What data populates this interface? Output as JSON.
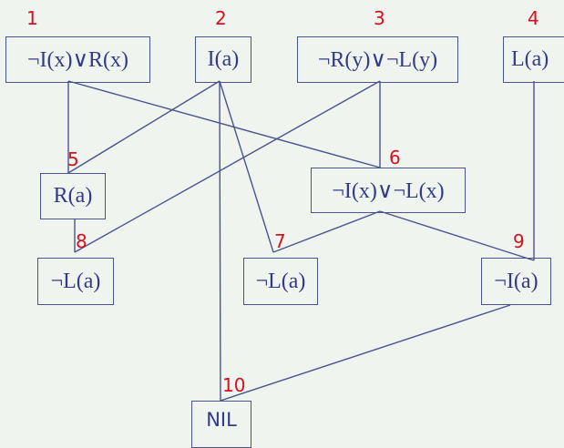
{
  "nodes": [
    {
      "id": "1",
      "label": "¬I(x)∨R(x)"
    },
    {
      "id": "2",
      "label": "I(a)"
    },
    {
      "id": "3",
      "label": "¬R(y)∨¬L(y)"
    },
    {
      "id": "4",
      "label": "L(a)"
    },
    {
      "id": "5",
      "label": "R(a)"
    },
    {
      "id": "6",
      "label": "¬I(x)∨¬L(x)"
    },
    {
      "id": "7",
      "label": "¬L(a)"
    },
    {
      "id": "8",
      "label": "¬L(a)"
    },
    {
      "id": "9",
      "label": "¬I(a)"
    },
    {
      "id": "10",
      "label": "NIL"
    }
  ],
  "edges": [
    [
      "1",
      "5"
    ],
    [
      "1",
      "6"
    ],
    [
      "2",
      "5"
    ],
    [
      "2",
      "10"
    ],
    [
      "2",
      "7"
    ],
    [
      "3",
      "6"
    ],
    [
      "3",
      "8"
    ],
    [
      "4",
      "9"
    ],
    [
      "5",
      "8"
    ],
    [
      "6",
      "7"
    ],
    [
      "6",
      "9"
    ],
    [
      "9",
      "10"
    ]
  ],
  "colors": {
    "background": "#eff5ee",
    "text": "#343a8a",
    "number": "#d4111f",
    "line": "#4a5290"
  }
}
